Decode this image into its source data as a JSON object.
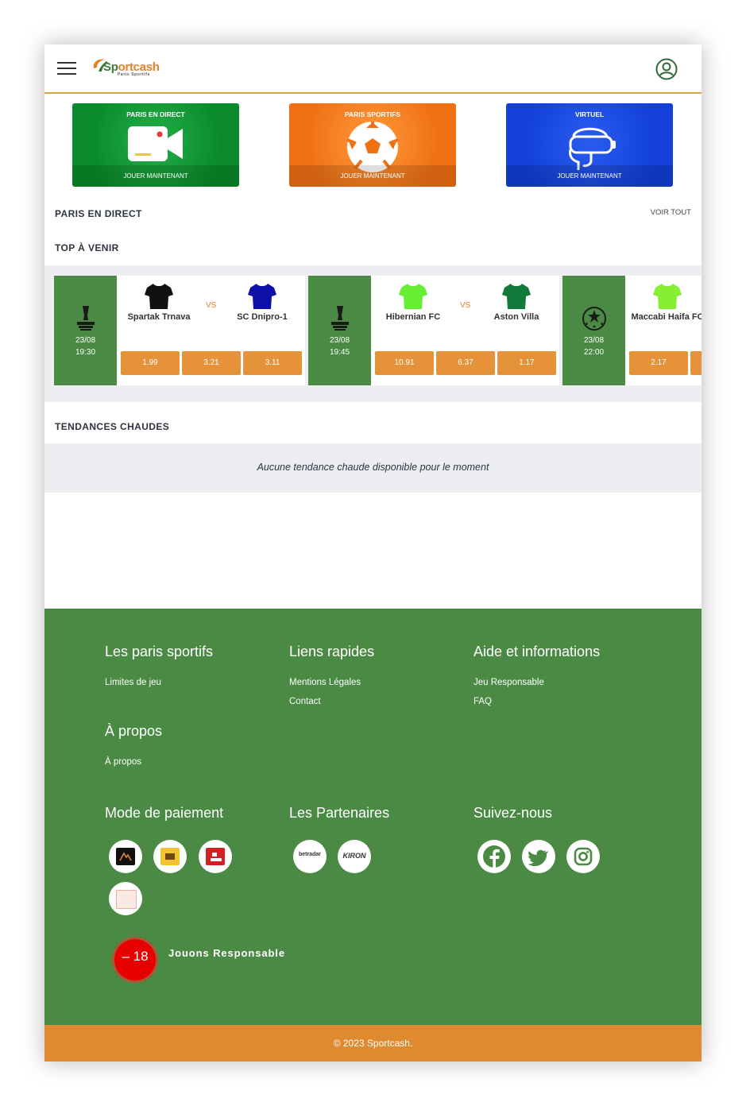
{
  "header": {
    "logo_text_1": "Sp",
    "logo_text_2": "ortcash",
    "logo_sub": "Paris Sportifs"
  },
  "categories": [
    {
      "title": "PARIS EN DIRECT",
      "cta": "JOUER MAINTENANT",
      "color": "#0a8a2a",
      "icon": "video-camera-icon"
    },
    {
      "title": "PARIS SPORTIFS",
      "cta": "JOUER MAINTENANT",
      "color": "#f07014",
      "icon": "soccer-ball-icon"
    },
    {
      "title": "VIRTUEL",
      "cta": "JOUER MAINTENANT",
      "color": "#1240d8",
      "icon": "vr-headset-icon"
    }
  ],
  "live": {
    "title": "PARIS EN DIRECT",
    "see_all": "VOIR TOUT"
  },
  "upcoming": {
    "title": "TOP À VENIR",
    "vs": "VS",
    "matches": [
      {
        "league_icon": "europa-conference-league-icon",
        "date": "23/08",
        "time": "19:30",
        "home": "Spartak Trnava",
        "home_shirt": "#111111",
        "away": "SC Dnipro-1",
        "away_shirt": "#1010a8",
        "odds": [
          "1.99",
          "3.21",
          "3.11"
        ]
      },
      {
        "league_icon": "europa-conference-league-icon",
        "date": "23/08",
        "time": "19:45",
        "home": "Hibernian FC",
        "home_shirt": "#66ee33",
        "away": "Aston Villa",
        "away_shirt": "#127a3a",
        "odds": [
          "10.91",
          "6.37",
          "1.17"
        ]
      },
      {
        "league_icon": "champions-league-icon",
        "date": "23/08",
        "time": "22:00",
        "home": "Maccabi Haifa FC",
        "home_shirt": "#88ee33",
        "odds": [
          "2.17"
        ]
      }
    ]
  },
  "trends": {
    "title": "TENDANCES CHAUDES",
    "empty": "Aucune tendance chaude disponible pour le moment"
  },
  "footer": {
    "col1_title": "Les paris sportifs",
    "col1_links": [
      "Limites de jeu"
    ],
    "col2_title": "Liens rapides",
    "col2_links": [
      "Mentions Légales",
      "Contact"
    ],
    "col3_title": "Aide et informations",
    "col3_links": [
      "Jeu Responsable",
      "FAQ"
    ],
    "about_title": "À propos",
    "about_links": [
      "À propos"
    ],
    "payment_title": "Mode de paiement",
    "partners_title": "Les Partenaires",
    "partners": [
      "betradar",
      "KIRON"
    ],
    "social_title": "Suivez-nous",
    "age_badge": "– 18",
    "responsible": "Jouons Responsable",
    "copyright": "© 2023 Sportcash."
  }
}
